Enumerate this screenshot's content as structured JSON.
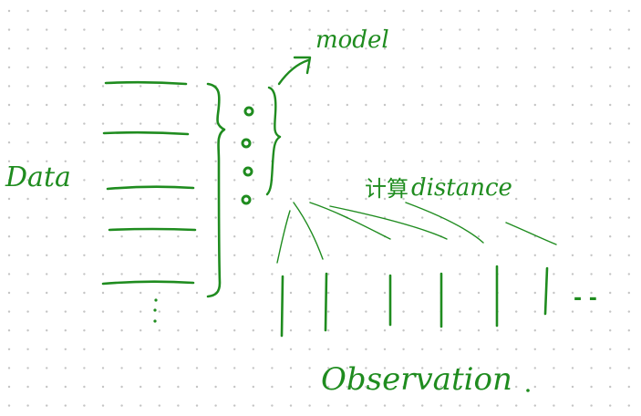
{
  "canvas": {
    "background": "#ffffff",
    "grid_dot_color": "#c4c4c4",
    "ink_color": "#1f8c1f"
  },
  "labels": {
    "data": "Data",
    "model": "model",
    "distance_cn": "计算",
    "distance_en": "distance",
    "observation": "Observation",
    "ellipsis": "- -"
  },
  "icons": {
    "arrow": "arrow-up-right-icon",
    "brace": "curly-brace-icon"
  }
}
